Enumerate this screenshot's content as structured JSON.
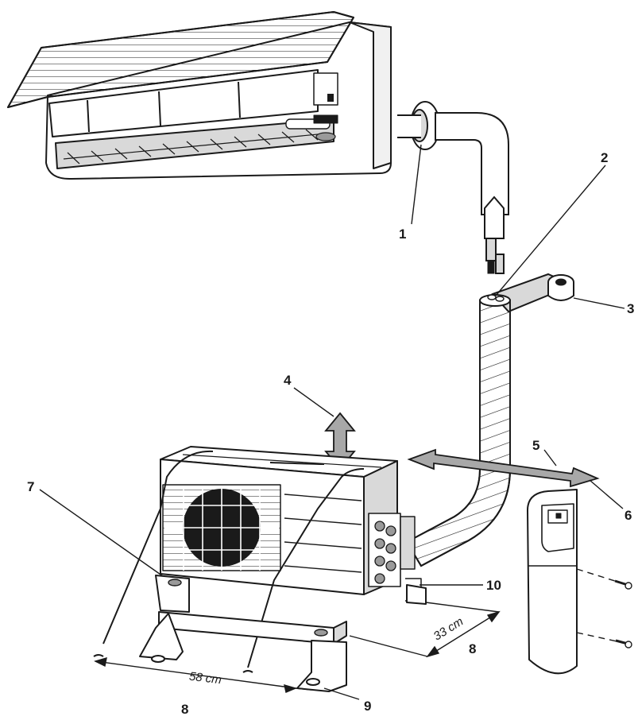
{
  "diagram": {
    "callouts": [
      "1",
      "2",
      "3",
      "4",
      "5",
      "6",
      "7",
      "8",
      "8",
      "9",
      "10"
    ],
    "dimensions": {
      "depth": "33 cm",
      "width": "58 cm"
    },
    "colors": {
      "line": "#1a1a1a",
      "fill_light": "#ffffff",
      "fill_mid": "#d9d9d9",
      "fill_dark": "#9a9a9a",
      "arrow": "#a8a8a8"
    }
  }
}
